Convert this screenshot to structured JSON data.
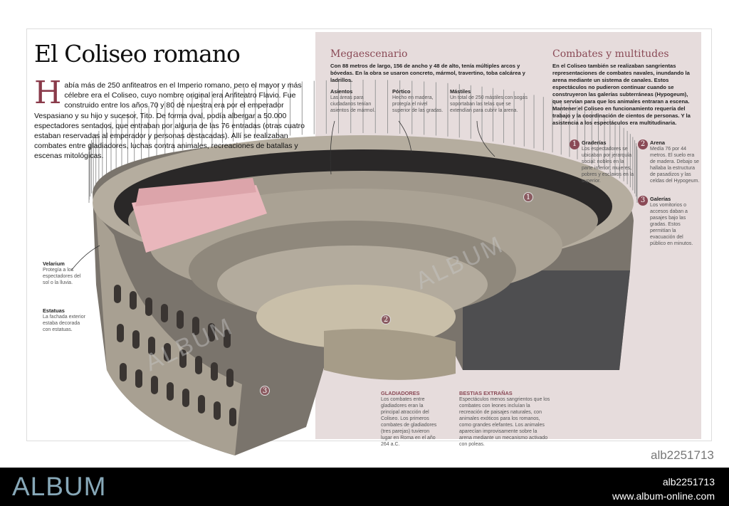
{
  "title": "El Coliseo romano",
  "intro": {
    "dropcap": "H",
    "text": "abía más de 250 anfiteatros en el Imperio romano, pero el mayor y más célebre era el Coliseo, cuyo nombre original era Anfiteatro Flavio. Fue construido entre los años 70 y 80 de nuestra era por el emperador Vespasiano y su hijo y sucesor, Tito. De forma oval, podía albergar a 50.000 espectadores sentados, que entraban por alguna de las 76 entradas (otras cuatro estaban reservadas al emperador y personas destacadas). Allí se realizaban combates entre gladiadores, luchas contra animales, recreaciones de batallas y escenas mitológicas."
  },
  "megaescenario": {
    "title": "Megaescenario",
    "text": "Con 88 metros de largo, 156 de ancho y 48 de alto, tenía múltiples arcos y bóvedas. En la obra se usaron concreto, mármol, travertino, toba calcárea y ladrillos."
  },
  "labels": {
    "asientos": {
      "title": "Asientos",
      "text": "Las áreas para ciudadanos tenían asientos de mármol."
    },
    "portico": {
      "title": "Pórtico",
      "text": "Hecho en madera, protegía el nivel superior de las gradas."
    },
    "mastiles": {
      "title": "Mástiles",
      "text": "Un total de 250 mástiles con sogas soportaban las telas que se extendían para cubrir la arena."
    },
    "velarium": {
      "title": "Velarium",
      "text": "Protegía a los espectadores del sol o la lluvia."
    },
    "estatuas": {
      "title": "Estatuas",
      "text": "La fachada exterior estaba decorada con estatuas."
    }
  },
  "combates": {
    "title": "Combates y multitudes",
    "text": "En el Coliseo también se realizaban sangrientas representaciones de combates navales, inundando la arena mediante un sistema de canales. Estos espectáculos no pudieron continuar cuando se construyeron las galerías subterráneas (Hypogeum), que servían para que los animales entraran a escena. Mantener el Coliseo en funcionamiento requería del trabajo y la coordinación de cientos de personas. Y la asistencia a los espectáculos era multitudinaria."
  },
  "numbered": [
    {
      "n": "1",
      "title": "Graderías",
      "text": "Los espectadores se ubicaban por jerarquía social: nobles en la parte inferior; mujeres, pobres y esclavos en la superior."
    },
    {
      "n": "2",
      "title": "Arena",
      "text": "Medía 76 por 44 metros. El suelo era de madera. Debajo se hallaba la estructura de pasadizos y las celdas del Hypogeum."
    },
    {
      "n": "3",
      "title": "Galerías",
      "text": "Los vomitorios o accesos daban a pasajes bajo las gradas. Estos permitían la evacuación del público en minutos."
    }
  ],
  "gladiadores": {
    "title": "Gladiadores",
    "text": "Los combates entre gladiadores eran la principal atracción del Coliseo. Los primeros combates de gladiadores (tres parejas) tuvieron lugar en Roma en el año 264 a.C."
  },
  "bestias": {
    "title": "Bestias extrañas",
    "text": "Espectáculos menos sangrientos que los combates con leones incluían la recreación de paisajes naturales, con animales exóticos para los romanos, como grandes elefantes. Los animales aparecían improvisamente sobre la arena mediante un mecanismo activado con poleas."
  },
  "watermark": "ALBUM",
  "image_code": "alb2251713",
  "footer": {
    "logo": "ALBUM",
    "id": "alb2251713",
    "url": "www.album-online.com"
  },
  "colors": {
    "accent": "#8a4a56",
    "panel": "#e6dcdc",
    "stone": "#b8b0a2",
    "footer_logo": "#87a8b8"
  }
}
